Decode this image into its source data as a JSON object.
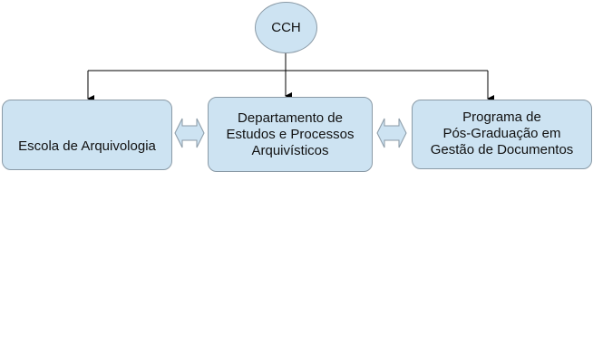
{
  "nodes": {
    "root": {
      "label": "CCH"
    },
    "left": {
      "label": "Escola de Arquivologia"
    },
    "middle": {
      "lines": [
        "Departamento de",
        "Estudos e Processos",
        "Arquivísticos"
      ]
    },
    "right": {
      "lines": [
        "Programa de",
        "Pós-Graduação em",
        "Gestão de Documentos"
      ]
    }
  },
  "colors": {
    "fill": "#cde3f2",
    "border": "#8a9aa6",
    "line": "#000000"
  }
}
